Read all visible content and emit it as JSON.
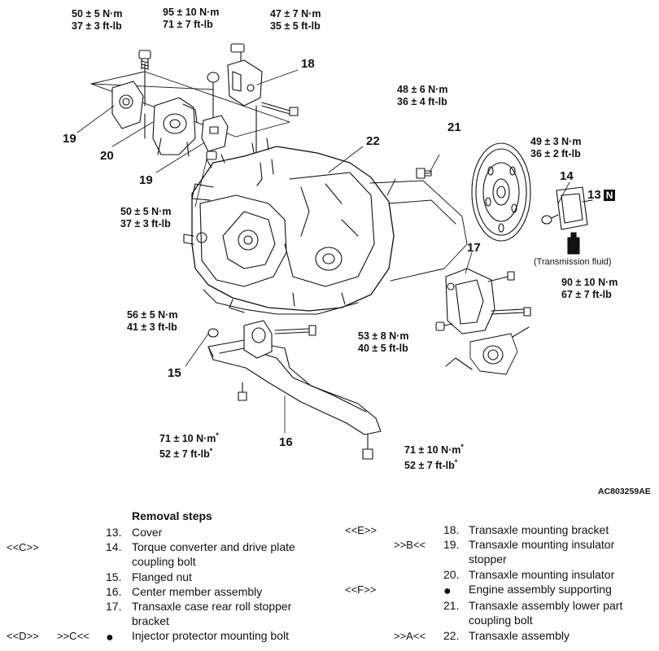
{
  "figure_id": "AC803259AE",
  "torques": {
    "t1": {
      "nm": "50 ± 5 N·m",
      "ft": "37 ± 3 ft-lb"
    },
    "t2": {
      "nm": "95 ± 10 N·m",
      "ft": "71 ± 7 ft-lb"
    },
    "t3": {
      "nm": "47 ± 7 N·m",
      "ft": "35 ± 5 ft-lb"
    },
    "t4": {
      "nm": "48 ± 6 N·m",
      "ft": "36 ± 4 ft-lb"
    },
    "t5": {
      "nm": "49 ± 3 N·m",
      "ft": "36 ± 2 ft-lb"
    },
    "t6": {
      "nm": "50 ± 5 N·m",
      "ft": "37 ± 3 ft-lb"
    },
    "t7": {
      "nm": "90 ± 10 N·m",
      "ft": "67 ± 7 ft-lb"
    },
    "t8": {
      "nm": "56 ± 5 N·m",
      "ft": "41 ± 3 ft-lb"
    },
    "t9": {
      "nm": "53 ± 8 N·m",
      "ft": "40 ± 5 ft-lb"
    },
    "t10": {
      "nm": "71 ± 10 N·m",
      "ft": "52 ± 7 ft-lb",
      "mark": "*"
    },
    "t11": {
      "nm": "71 ± 10 N·m",
      "ft": "52 ± 7 ft-lb",
      "mark": "*"
    }
  },
  "callouts": {
    "c18": "18",
    "c19a": "19",
    "c19b": "19",
    "c20": "20",
    "c21": "21",
    "c22": "22",
    "c14": "14",
    "c13": "13",
    "c13_badge": "N",
    "c17": "17",
    "c15": "15",
    "c16": "16"
  },
  "transmission_fluid": "(Transmission fluid)",
  "removal": {
    "title": "Removal steps",
    "left": [
      {
        "code_a": "",
        "code_b": "",
        "bullet": false,
        "num": "13.",
        "text": [
          "Cover"
        ]
      },
      {
        "code_a": "<<C>>",
        "code_b": "",
        "bullet": false,
        "num": "14.",
        "text": [
          "Torque converter and drive plate",
          "coupling bolt"
        ]
      },
      {
        "code_a": "",
        "code_b": "",
        "bullet": false,
        "num": "15.",
        "text": [
          "Flanged nut"
        ]
      },
      {
        "code_a": "",
        "code_b": "",
        "bullet": false,
        "num": "16.",
        "text": [
          "Center member assembly"
        ]
      },
      {
        "code_a": "",
        "code_b": "",
        "bullet": false,
        "num": "17.",
        "text": [
          "Transaxle case rear roll stopper",
          "bracket"
        ]
      },
      {
        "code_a": "<<D>>",
        "code_b": ">>C<<",
        "bullet": true,
        "num": "",
        "text": [
          "Injector protector mounting bolt"
        ]
      }
    ],
    "right": [
      {
        "code_a": "<<E>>",
        "code_b": "",
        "bullet": false,
        "num": "18.",
        "text": [
          "Transaxle mounting bracket"
        ]
      },
      {
        "code_a": "",
        "code_b": ">>B<<",
        "bullet": false,
        "num": "19.",
        "text": [
          "Transaxle mounting insulator",
          "stopper"
        ]
      },
      {
        "code_a": "",
        "code_b": "",
        "bullet": false,
        "num": "20.",
        "text": [
          "Transaxle mounting insulator"
        ]
      },
      {
        "code_a": "<<F>>",
        "code_b": "",
        "bullet": true,
        "num": "",
        "text": [
          "Engine assembly supporting"
        ]
      },
      {
        "code_a": "",
        "code_b": "",
        "bullet": false,
        "num": "21.",
        "text": [
          "Transaxle assembly lower part",
          "coupling bolt"
        ]
      },
      {
        "code_a": "",
        "code_b": ">>A<<",
        "bullet": false,
        "num": "22.",
        "text": [
          "Transaxle assembly"
        ]
      }
    ]
  }
}
